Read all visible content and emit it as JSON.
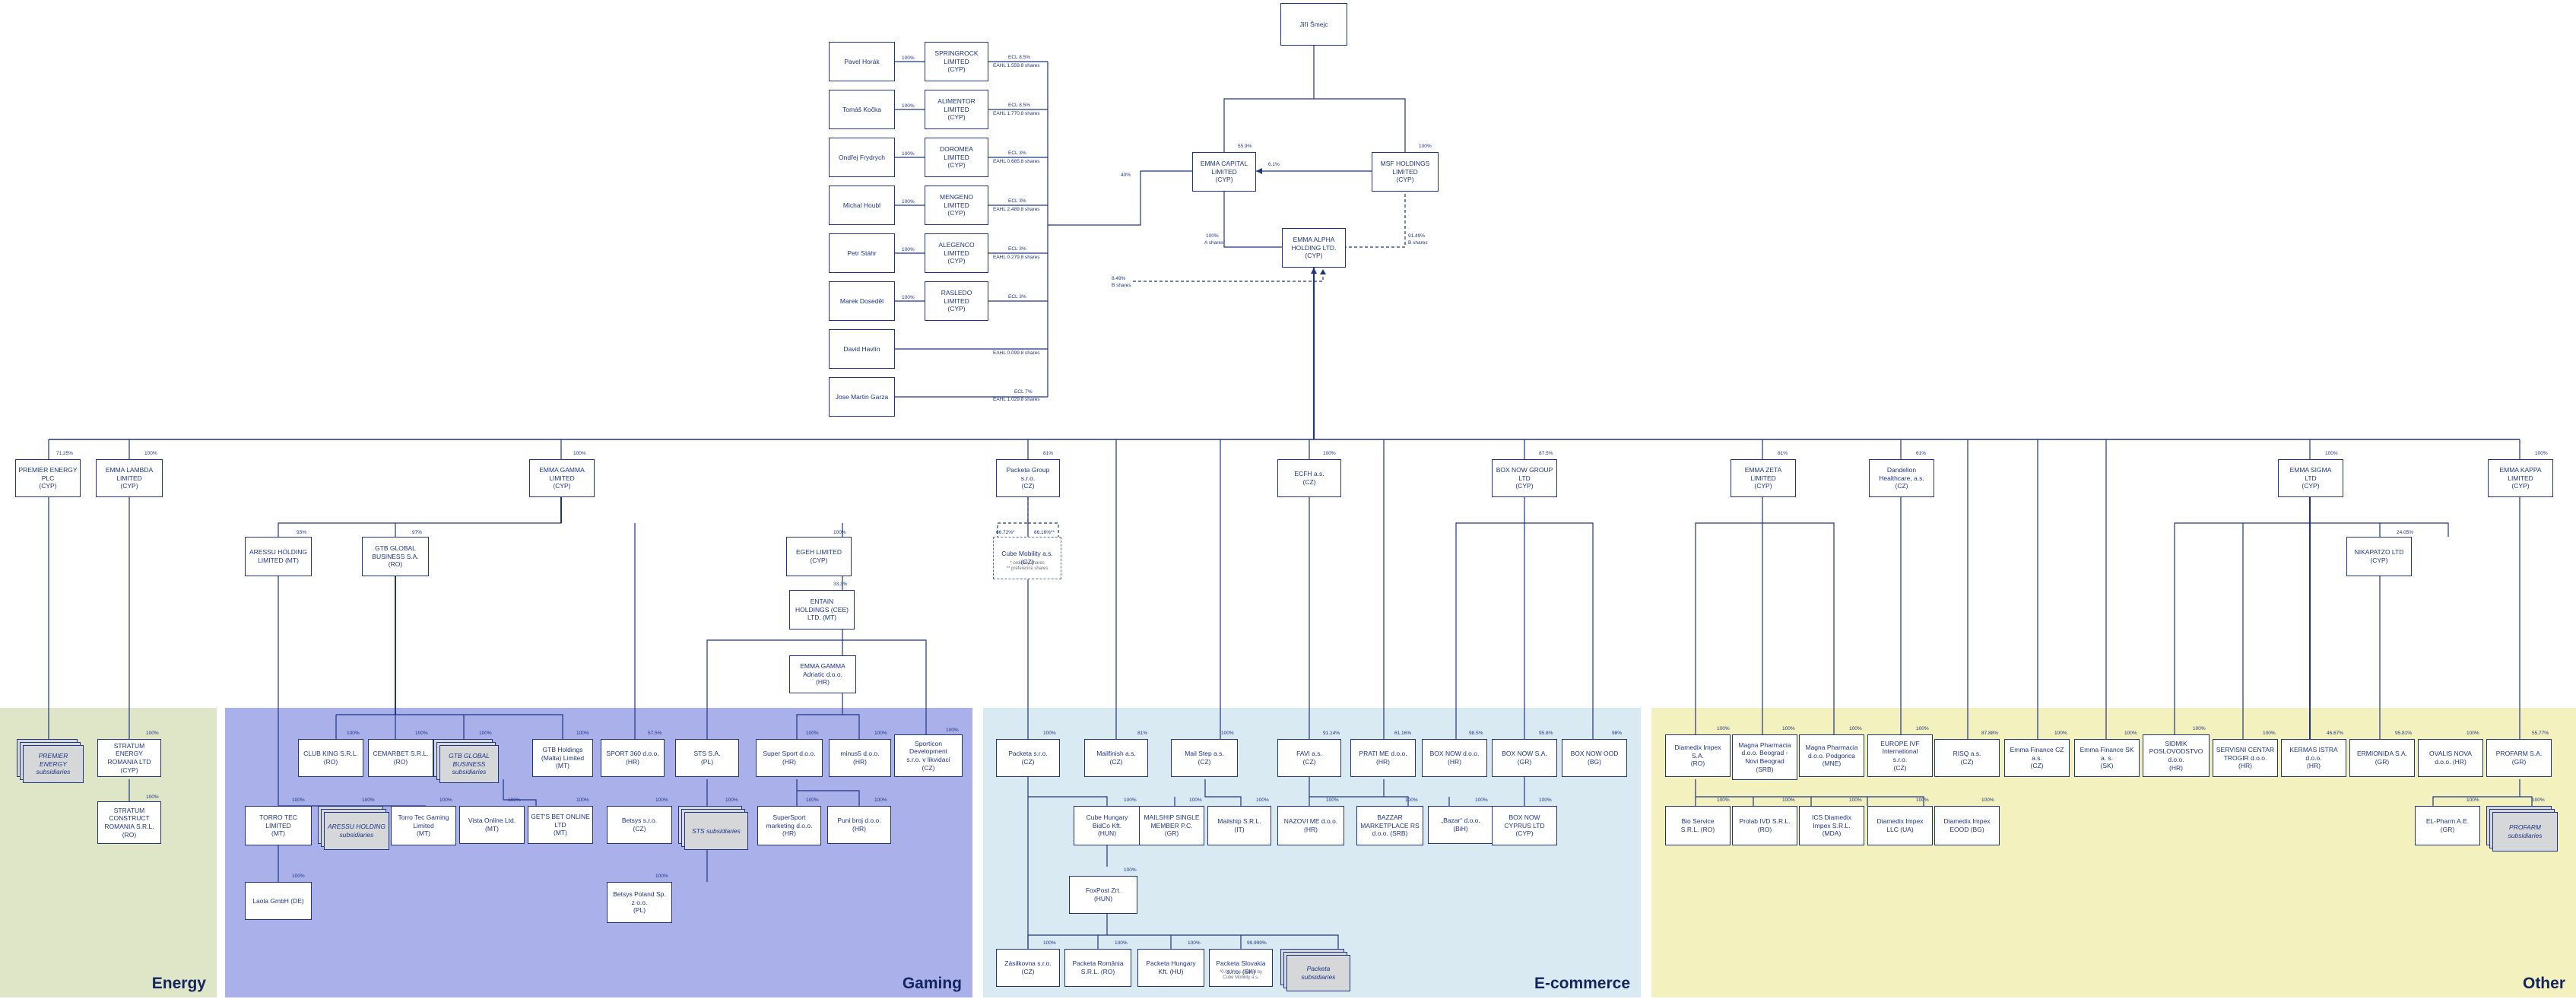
{
  "regions": [
    {
      "id": "energy",
      "title": "Energy",
      "color": "#dfe6c8"
    },
    {
      "id": "gaming",
      "title": "Gaming",
      "color": "#aab1ea"
    },
    {
      "id": "ecommerce",
      "title": "E-commerce",
      "color": "#d9eaf2"
    },
    {
      "id": "other",
      "title": "Other",
      "color": "#f3f1bd"
    }
  ],
  "nodes": {
    "jiri": "Jiří Šmejc",
    "pavel": "Pavel Horák",
    "tomas": "Tomáš Kočka",
    "ondrej": "Ondřej Frydrych",
    "michal": "Michal Houbl",
    "petr": "Petr Stáhr",
    "marek": "Marek Doseděl",
    "david": "David Havlín",
    "jose": "Jose Martin Garza",
    "springrock": "SPRINGROCK\nLIMITED\n(CYP)",
    "alimentor": "ALIMENTOR\nLIMITED\n(CYP)",
    "doromea": "DOROMEA\nLIMITED\n(CYP)",
    "mengeno": "MENGENO\nLIMITED\n(CYP)",
    "alegenco": "ALEGENCO\nLIMITED\n(CYP)",
    "rasledo": "RASLEDO\nLIMITED\n(CYP)",
    "emma_capital": "EMMA CAPITAL\nLIMITED\n(CYP)",
    "msf": "MSF HOLDINGS\nLIMITED\n(CYP)",
    "emma_alpha": "EMMA ALPHA\nHOLDING LTD.\n(CYP)",
    "premier": "PREMIER ENERGY\nPLC\n(CYP)",
    "lambda": "EMMA LAMBDA\nLIMITED\n(CYP)",
    "gamma": "EMMA GAMMA\nLIMITED\n(CYP)",
    "packeta": "Packeta Group\ns.r.o.\n(CZ)",
    "ecfh": "ECFH a.s.\n(CZ)",
    "booknow": "BOX NOW GROUP\nLTD\n(CYP)",
    "zeta": "EMMA ZETA\nLIMITED\n(CYP)",
    "dandelion": "Dandelion\nHealthcare, a.s.\n(CZ)",
    "sigma": "EMMA SIGMA\nLTD\n(CYP)",
    "kappa": "EMMA KAPPA\nLIMITED\n(CYP)",
    "aresiu": "ARESSU HOLDING\nLIMITED (MT)",
    "gtb_bs": "GTB GLOBAL\nBUSINESS S.A.\n(RO)",
    "eqeh": "EGEH LIMITED\n(CYP)",
    "entain": "ENTAIN\nHOLDINGS (CEE)\nLTD. (MT)",
    "emma_adriatic": "EMMA GAMMA\nAdriatic d.o.o.\n(HR)",
    "cube": "Cube Mobility a.s.\n(CZ)",
    "nikapatzo": "NIKAPATZO LTD\n(CYP)",
    "stratum": "STRATUM\nENERGY\nROMANIA LTD\n(CYP)",
    "stratum_c": "STRATUM\nCONSTRUCT\nROMANIA S.R.L.\n(RO)",
    "club": "CLUB KING S.R.L.\n(RO)",
    "cemarbet": "CEMARBET S.R.L.\n(RO)",
    "gtb_malta": "GTB Holdings\n(Malta) Limited\n(MT)",
    "sport360": "SPORT 360 d.o.o.\n(HR)",
    "sts": "STS S.A.\n(PL)",
    "supersport": "Super Sport d.o.o.\n(HR)",
    "minus5": "minus5 d.o.o.\n(HR)",
    "sporticon": "Sporticon\nDevelopment\ns.r.o. v likvidaci\n(CZ)",
    "torro": "TORRO TEC\nLIMITED\n(MT)",
    "torro_gaming": "Torro Tec Gaming\nLimited\n(MT)",
    "vista": "Vista Online Ltd.\n(MT)",
    "getsbet": "GET'S BET ONLINE\nLTD\n(MT)",
    "betsys": "Betsys s.r.o.\n(CZ)",
    "superbet_mk": "SuperSport\nmarketing d.o.o.\n(HR)",
    "puni": "Puni broj d.o.o.\n(HR)",
    "laola": "Laola GmbH (DE)",
    "betsys_pl": "Betsys Poland Sp.\nz o.o.\n(PL)",
    "packeta_cz": "Packeta s.r.o.\n(CZ)",
    "mailfinish": "Mailfinish a.s.\n(CZ)",
    "mailstep": "Mail Step a.s.\n(CZ)",
    "cube_hu": "Cube Hungary\nBidCo Kft.\n(HUN)",
    "mailship_gr": "MAILSHIP SINGLE\nMEMBER P.C.\n(GR)",
    "mailship_it": "Mailship S.R.L.\n(IT)",
    "foxpost": "FoxPost Zrt.\n(HUN)",
    "zasilkovna": "Zásilkovna s.r.o.\n(CZ)",
    "packeta_ro": "Packeta România\nS.R.L. (RO)",
    "packeta_hu": "Packeta Hungary\nKft. (HU)",
    "packeta_sk": "Packeta Slovakia\ns.r.o. (SK)",
    "favi": "FAVI a.s.\n(CZ)",
    "prati": "PRATI ME d.o.o.\n(HR)",
    "naz": "NAZOVI ME d.o.o.\n(HR)",
    "bazzar": "BAZZAR\nMARKETPLACE RS\nd.o.o. (SRB)",
    "bazar_ba": "„Bazar“ d.o.o.\n(BiH)",
    "boxnow_hr": "BOX NOW d.o.o.\n(HR)",
    "boxnow_gr": "BOX NOW S.A.\n(GR)",
    "boxnow_bg": "BOX NOW OOD\n(BG)",
    "boxnow_cy": "BOX NOW\nCYPRUS LTD\n(CYP)",
    "diamedix": "Diamedix Impex\nS.A.\n(RO)",
    "magna_bg": "Magna Pharmacia\nd.o.o. Beograd -\nNovi Beograd\n(SRB)",
    "magna_pg": "Magna Pharmacia\nd.o.o. Podgorica\n(MNE)",
    "europe_ivf": "EUROPE IVF\nInternational\ns.r.o.\n(CZ)",
    "risq": "RISQ a.s.\n(CZ)",
    "emma_fin_cz": "Emma Finance CZ\na.s.\n(CZ)",
    "emma_fin_sk": "Emma Finance SK\na. s.\n(SK)",
    "sidmik": "SIDMIK\nPOSLOVODSTVO\nd.o.o.\n(HR)",
    "servisni": "SERVISNI CENTAR\nTROGIR d.o.o.\n(HR)",
    "kermas": "KERMAS ISTRA\nd.o.o.\n(HR)",
    "ermionida": "ERMIONIDA S.A.\n(GR)",
    "ovalis": "OVALIS NOVA\nd.o.o. (HR)",
    "proparm": "PROFARM S.A.\n(GR)",
    "bio": "Bio Service\nS.R.L. (RO)",
    "prolab": "Prolab IVD S.R.L.\n(RO)",
    "ics": "ICS Diamedix\nImpex S.R.L.\n(MDA)",
    "diam_ua": "Diamedix Impex\nLLC (UA)",
    "diam_bg": "Diamedix Impex\nEOOD (BG)",
    "elpharm": "EL-Pharm A.E.\n(GR)"
  },
  "stacks": {
    "premier_subs": "PREMIER ENERGY\nsubsidiaries",
    "gtb_subs": "GTB GLOBAL\nBUSINESS\nsubsidiaries",
    "aresiu_subs": "ARESSU HOLDING\nsubsidiaries",
    "sts_subs": "STS subsidiaries",
    "packeta_subs": "Packeta\nsubsidiaries",
    "proparm_subs": "PROFARM\nsubsidiaries"
  },
  "labels": {
    "l_pavel": "100%",
    "l_tomas": "100%",
    "l_ondrej": "100%",
    "l_michal": "100%",
    "l_petr": "100%",
    "l_marek": "100%",
    "s_spring": "ECL 8.5%",
    "s_spring2": "EAHL 1.559.8 shares",
    "s_alim": "ECL 8.5%",
    "s_alim2": "EAHL 1.770.8 shares",
    "s_doro": "ECL 3%",
    "s_doro2": "EAHL 0.685.8 shares",
    "s_meng": "ECL 3%",
    "s_meng2": "EAHL 2.489.8 shares",
    "s_aleg": "ECL 3%",
    "s_aleg2": "EAHL 0.279.8 shares",
    "s_rasl": "ECL 3%",
    "s_david": "EAHL 0.099.8 shares",
    "s_jose": "ECL 7%",
    "s_jose2": "EAHL 1.029.8 shares",
    "ec_40": "40%",
    "ec_tot": "55.9%",
    "msf_100": "100%",
    "msf_ec": "6.1%",
    "ea_100": "100%",
    "ea_100b": "A shares",
    "msf_ea": "91.49%",
    "msf_ea2": "B shares",
    "mg_ea": "8.49%",
    "mg_ea2": "B shares",
    "p_premier": "71.25%",
    "p_lambda": "100%",
    "p_gamma": "100%",
    "p_packeta": "81%",
    "p_ecfh": "100%",
    "p_booknow": "87.5%",
    "p_zeta": "81%",
    "p_dand": "61%",
    "p_sigma": "100%",
    "p_kappa": "100%",
    "p_aresiu": "93%",
    "p_gtbbs": "97%",
    "p_eqeh": "100%",
    "p_entain": "33.3%",
    "p_cube1": "66.72%*",
    "p_cube2": "66.16%**",
    "p_nikap": "24.05%",
    "c_stratum": "100%",
    "c_stratumc": "100%",
    "c_club": "100%",
    "c_cemar": "100%",
    "c_gtbsubs": "100%",
    "c_gtbmalta": "100%",
    "c_sport360": "57.5%",
    "c_supersport": "100%",
    "c_minus5": "100%",
    "c_sporticon": "100%",
    "c_torro": "100%",
    "c_aresubs": "100%",
    "c_torrog": "100%",
    "c_vista": "100%",
    "c_getsbet": "100%",
    "c_betsys": "100%",
    "c_stssubs": "100%",
    "c_supermk": "100%",
    "c_puni": "100%",
    "c_laola": "100%",
    "c_betsyspl": "100%",
    "c_packetacz": "100%",
    "c_mailfinish": "81%",
    "c_mailstep": "100%",
    "c_cubehu": "100%",
    "c_mailshipgr": "100%",
    "c_mailshipit": "100%",
    "c_foxpost": "100%",
    "c_zas": "100%",
    "c_pro": "100%",
    "c_phu": "100%",
    "c_psk": "99.999%",
    "c_favi": "91.14%",
    "c_prati": "61.16%",
    "c_naz": "100%",
    "c_bazzar": "100%",
    "c_bazar": "100%",
    "c_bnhr": "98.5%",
    "c_bngr": "95.8%",
    "c_bnbg": "98%",
    "c_bncy": "100%",
    "c_diam": "100%",
    "c_magna1": "100%",
    "c_magna2": "100%",
    "c_ivf": "100%",
    "c_risq": "87.88%",
    "c_efcz": "100%",
    "c_efsk": "100%",
    "c_sidmik": "100%",
    "c_servisni": "100%",
    "c_kermas": "46.67%",
    "c_ermionida": "95.81%",
    "c_ovalis": "100%",
    "c_proparm": "55.77%",
    "c_bio": "100%",
    "c_prolab": "100%",
    "c_ics": "100%",
    "c_diamua": "100%",
    "c_diambg": "100%",
    "c_elpharm": "100%",
    "c_prsubs": "100%"
  },
  "notes": {
    "cube_note": "* ordinary shares\n** preference shares",
    "psk_note": "*0.001% is owned by\nCube Mobility a.s."
  },
  "colors": {
    "line": "#1f3584",
    "node_border": "#1f3584",
    "grey_box": "#d6d7d9"
  }
}
